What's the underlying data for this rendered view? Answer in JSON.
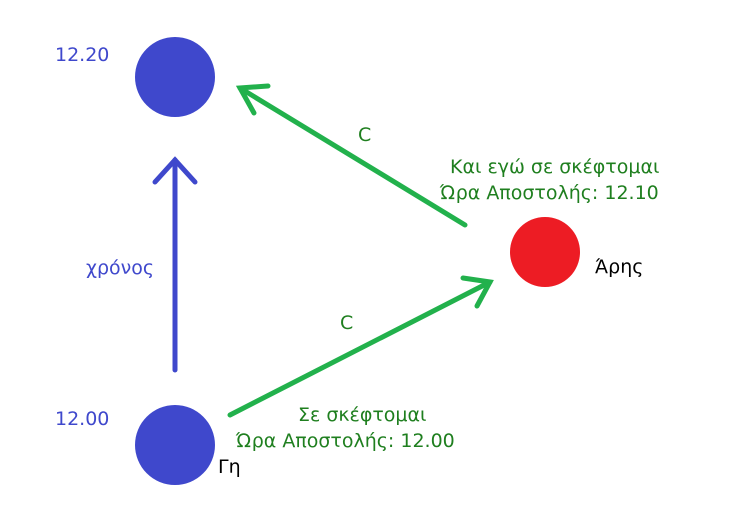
{
  "colors": {
    "earth": "#3f48cc",
    "mars": "#ed1c24",
    "arrow_green": "#22b14c",
    "arrow_blue": "#3f48cc",
    "text_green": "#1f7f1f"
  },
  "labels": {
    "time_top": "12.20",
    "time_bottom": "12.00",
    "earth": "Γη",
    "mars": "Άρης",
    "time_axis": "χρόνος",
    "c_lower": "C",
    "c_upper": "C",
    "reply_line1": "Και εγώ σε σκέφτομαι",
    "reply_line2": "Ώρα Αποστολής: 12.10",
    "message_line1": "Σε σκέφτομαι",
    "message_line2": "Ώρα Αποστολής: 12.00"
  }
}
